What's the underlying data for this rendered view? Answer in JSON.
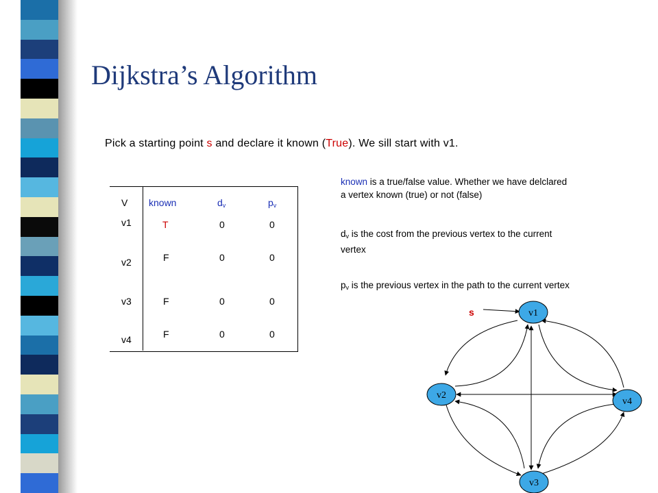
{
  "slide": {
    "title": "Dijkstra’s Algorithm",
    "intro": {
      "part1": "Pick a starting point ",
      "s": "s",
      "part2": " and declare it known (",
      "true_word": "True",
      "part3": ").  We sill start with v1."
    },
    "notes": {
      "known_word": "known",
      "known_rest": " is a true/false value.  Whether we have delclared a vertex known (true) or not (false)",
      "dv_base": "d",
      "dv_sub": "v",
      "dv_rest": " is the cost from the previous vertex to the current vertex",
      "pv_base": "p",
      "pv_sub": "v",
      "pv_rest": " is the previous vertex in the path to the current vertex"
    }
  },
  "table": {
    "headers": {
      "v": "V",
      "known": "known",
      "d_base": "d",
      "d_sub": "v",
      "p_base": "p",
      "p_sub": "v"
    },
    "rows": [
      {
        "v": "v1",
        "known": "T",
        "d": "0",
        "p": "0"
      },
      {
        "v": "v2",
        "known": "F",
        "d": "0",
        "p": "0"
      },
      {
        "v": "v3",
        "known": "F",
        "d": "0",
        "p": "0"
      },
      {
        "v": "v4",
        "known": "F",
        "d": "0",
        "p": "0"
      }
    ]
  },
  "graph": {
    "start_label": "s",
    "nodes": {
      "v1": "v1",
      "v2": "v2",
      "v3": "v3",
      "v4": "v4"
    }
  },
  "colors": {
    "title": "#1f3a7a",
    "node_fill": "#3da8e6",
    "highlight_red": "#cc0000",
    "highlight_blue": "#1a2fb5",
    "stripe": [
      "#1b6fa8",
      "#4a9fc4",
      "#1c3f7a",
      "#2f6bd6",
      "#000000",
      "#e6e4b8",
      "#5a93b0",
      "#16a3d8",
      "#0e2a5c",
      "#56b7e0",
      "#e6e4b8",
      "#0a0a0a",
      "#6aa0b8",
      "#0f2f66",
      "#2aa8d8",
      "#000000",
      "#56b7e0",
      "#1b6fa8",
      "#0e2a5c",
      "#e6e4b8",
      "#4a9fc4",
      "#1c3f7a",
      "#16a3d8",
      "#d8d8c8",
      "#2f6bd6"
    ]
  }
}
